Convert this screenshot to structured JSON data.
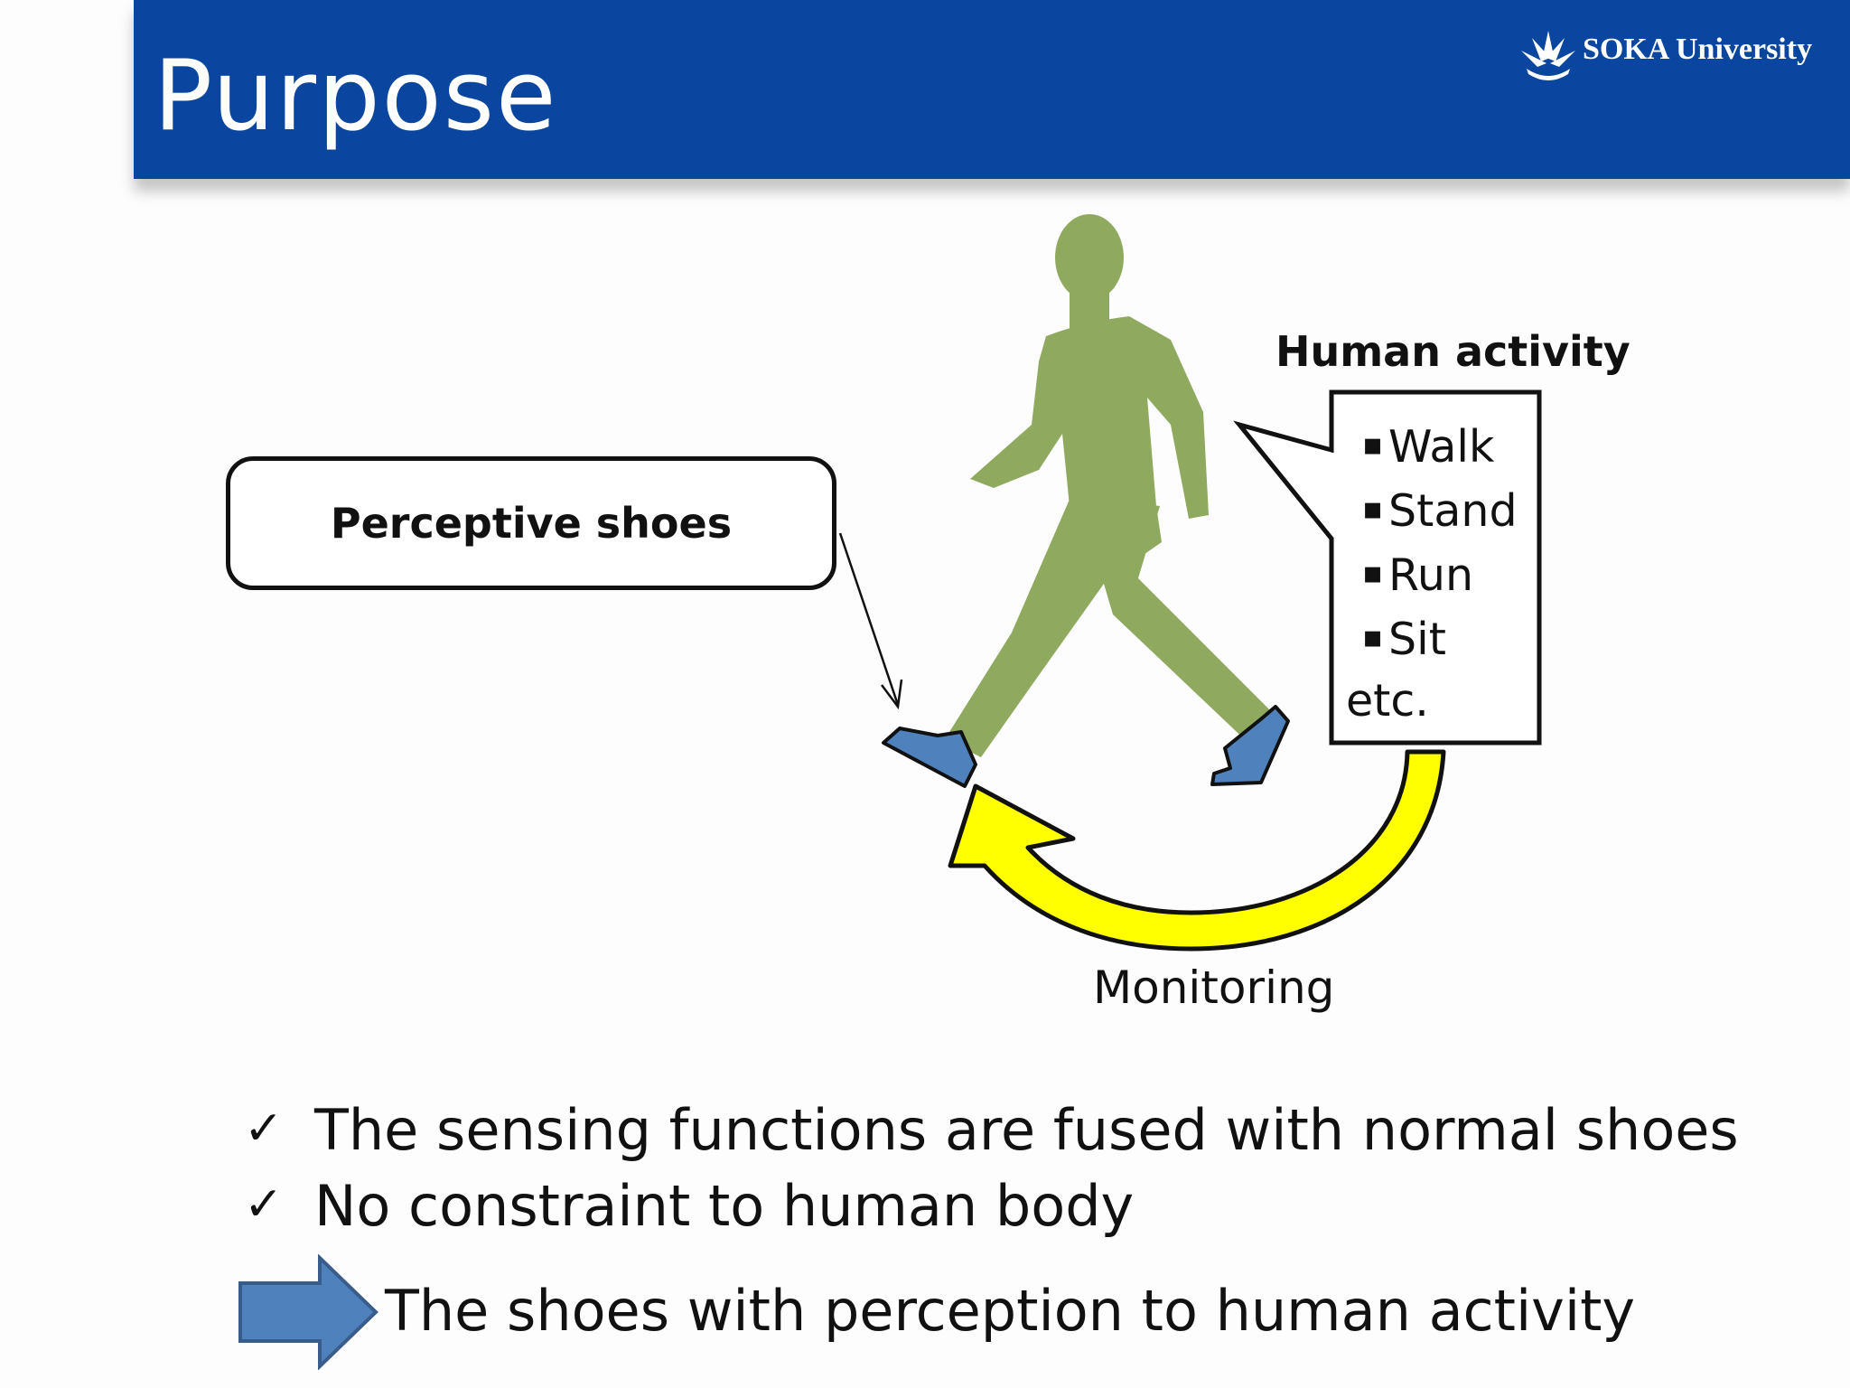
{
  "slide": {
    "title": "Purpose",
    "logo_text": "SOKA University",
    "brand_color": "#0a46a0"
  },
  "diagram": {
    "perceptive_shoes_label": "Perceptive shoes",
    "human_activity_title": "Human activity",
    "activities": [
      "Walk",
      "Stand",
      "Run",
      "Sit"
    ],
    "activities_more": "etc.",
    "monitoring_label": "Monitoring",
    "figure_color": "#8faa5f",
    "shoe_color": "#4f81bd",
    "arrow_color": "#ffff00",
    "icons": [
      "walking-person-icon",
      "shoe-icon",
      "curved-arrow-icon",
      "check-icon",
      "right-arrow-icon"
    ]
  },
  "points": [
    "The sensing functions are fused with normal shoes",
    "No constraint to human body"
  ],
  "check_glyph": "✓",
  "bullet_glyph": "▪",
  "conclusion": "The shoes with perception to human activity"
}
